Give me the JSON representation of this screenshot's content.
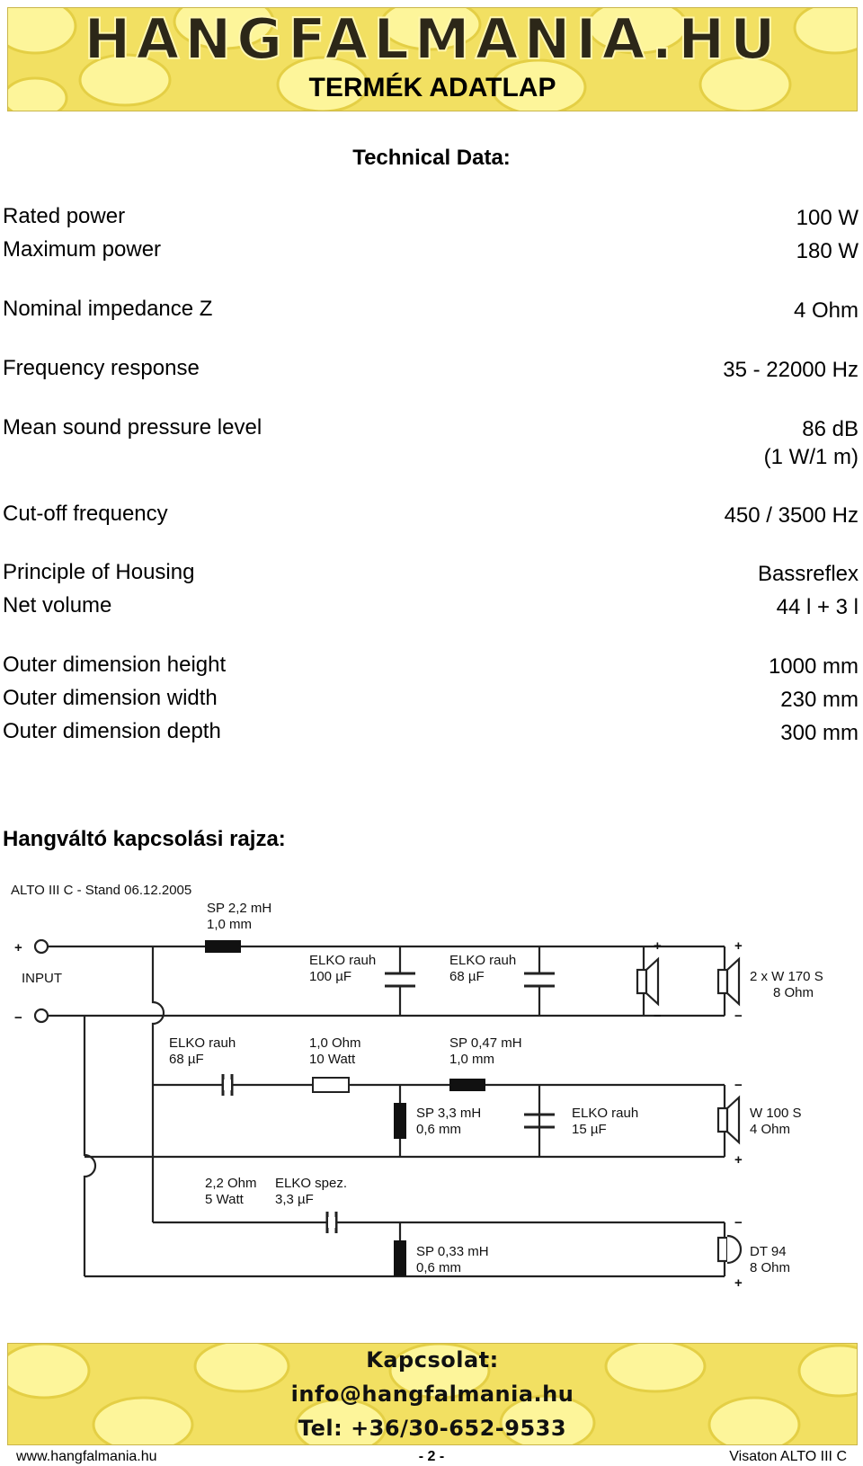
{
  "header": {
    "logo_text": "HANGFALMANIA.HU",
    "title": "TERMÉK ADATLAP",
    "colors": {
      "background": "#f2e062",
      "cell_light": "#fdf59a",
      "logo_fill": "#2c2718"
    }
  },
  "technical": {
    "title": "Technical Data:",
    "rows": [
      {
        "label": "Rated power",
        "value": "100 W"
      },
      {
        "label": "Maximum power",
        "value": "180 W"
      },
      {
        "label": "Nominal impedance Z",
        "value": "4 Ohm"
      },
      {
        "label": "Frequency response",
        "value": "35 - 22000 Hz"
      },
      {
        "label": "Mean sound pressure level",
        "value": "86 dB",
        "value2": "(1 W/1 m)"
      },
      {
        "label": "Cut-off frequency",
        "value": "450 / 3500 Hz"
      },
      {
        "label": "Principle of Housing",
        "value": "Bassreflex"
      },
      {
        "label": "Net volume",
        "value": "44 l + 3 l"
      },
      {
        "label": "Outer dimension height",
        "value": "1000 mm"
      },
      {
        "label": "Outer dimension width",
        "value": "230 mm"
      },
      {
        "label": "Outer dimension depth",
        "value": "300 mm"
      }
    ]
  },
  "circuit": {
    "heading": "Hangváltó kapcsolási rajza:",
    "labels": {
      "title": "ALTO III C - Stand 06.12.2005",
      "input": "INPUT",
      "sp22a": "SP 2,2 mH",
      "sp22b": "1,0 mm",
      "elko100a": "ELKO rauh",
      "elko100b": "100 µF",
      "elko68a": "ELKO rauh",
      "elko68b": "68 µF",
      "w170a": "2 x W 170 S",
      "w170b": "8 Ohm",
      "elko68ba": "ELKO rauh",
      "elko68bb": "68 µF",
      "r1a": "1,0 Ohm",
      "r1b": "10 Watt",
      "sp047a": "SP 0,47 mH",
      "sp047b": "1,0 mm",
      "sp33a": "SP 3,3 mH",
      "sp33b": "0,6 mm",
      "elko15a": "ELKO rauh",
      "elko15b": "15 µF",
      "w100a": "W 100 S",
      "w100b": "4 Ohm",
      "r22a": "2,2 Ohm",
      "r22b": "5 Watt",
      "elkoSpa": "ELKO spez.",
      "elkoSpb": "3,3 µF",
      "sp033a": "SP 0,33 mH",
      "sp033b": "0,6 mm",
      "dt94a": "DT 94",
      "dt94b": "8 Ohm",
      "plus": "+",
      "minus": "−"
    }
  },
  "contact": {
    "heading": "Kapcsolat:",
    "email": "info@hangfalmania.hu",
    "phone": "Tel: +36/30-652-9533"
  },
  "footer": {
    "website": "www.hangfalmania.hu",
    "page": "- 2 -",
    "product": "Visaton ALTO III C"
  }
}
